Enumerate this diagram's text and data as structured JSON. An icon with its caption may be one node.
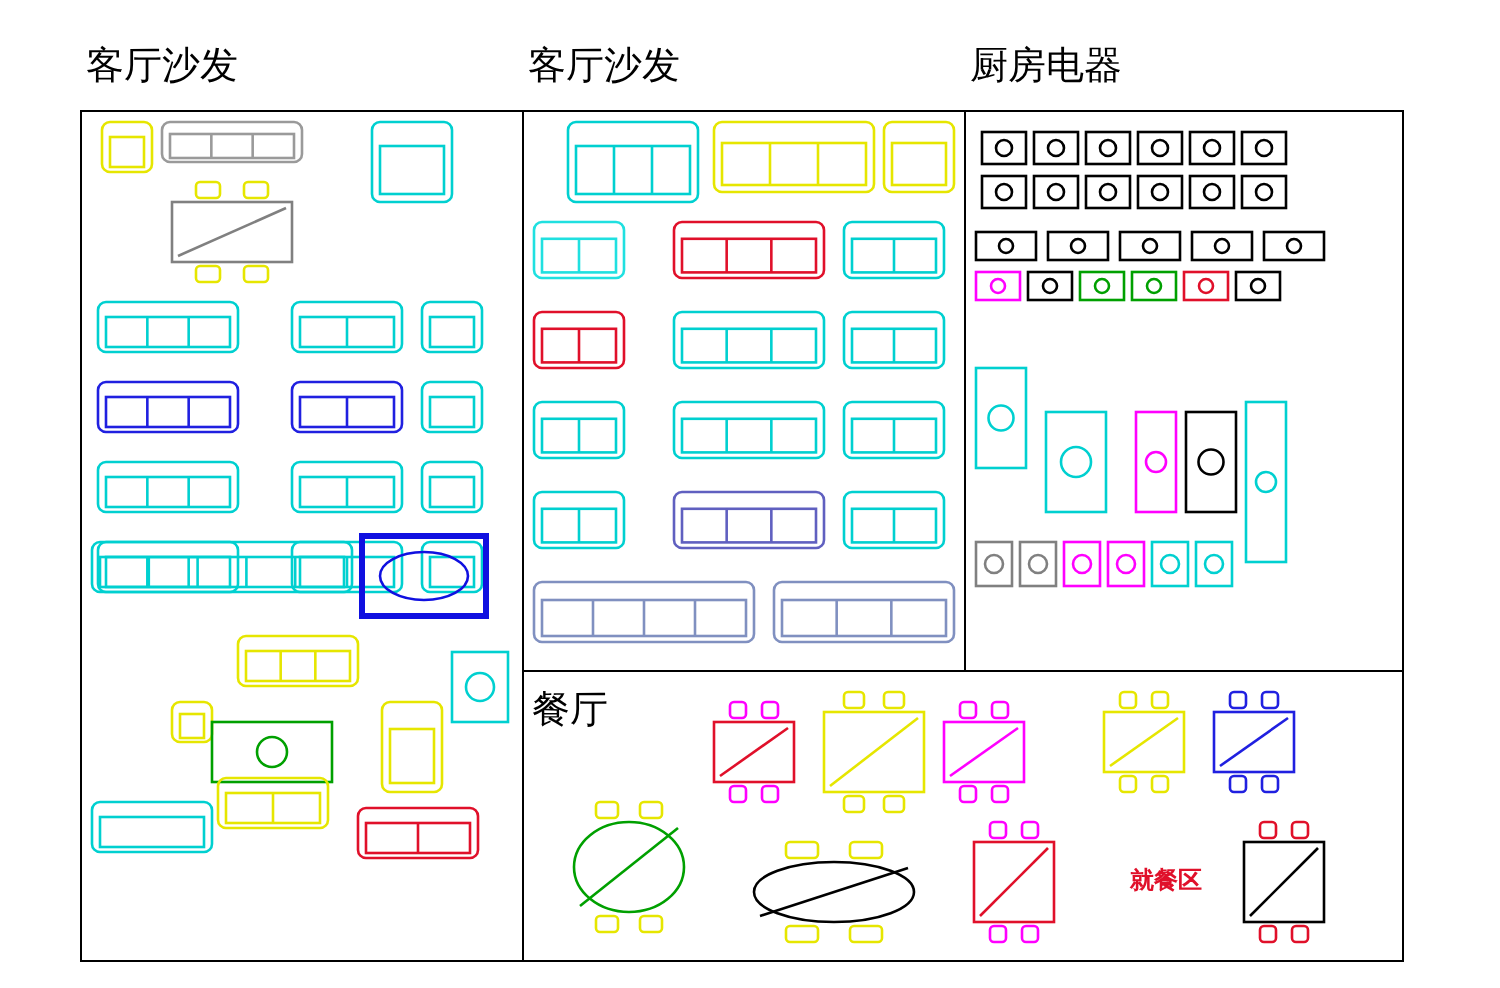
{
  "diagram": {
    "nodes": [
      {
        "text": [
          "客厅沙发"
        ]
      },
      {
        "text": [
          "客厅沙发"
        ]
      },
      {
        "text": [
          "厨房电器"
        ]
      },
      {
        "text": [
          "餐厅"
        ]
      }
    ],
    "labels": [
      "就餐区"
    ]
  }
}
